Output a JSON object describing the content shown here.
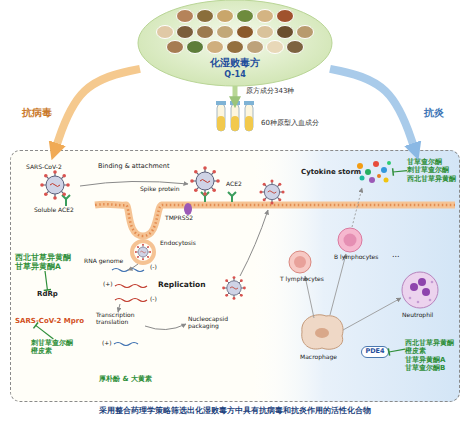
{
  "diagram": {
    "caption": "采用整合药理学策略筛选出化湿败毒方中具有抗病毒和抗炎作用的活性化合物",
    "nodes": [
      {
        "text": [
          "化湿败毒方",
          "Q-14"
        ]
      },
      {
        "text": [
          "60种原型入血成分"
        ]
      },
      {
        "text": []
      },
      {
        "text": [
          "西北甘草异黄酮 甘草异黄酮A"
        ],
        "in": 2
      },
      {
        "text": [
          "RdRp"
        ],
        "in": 2
      },
      {
        "text": [
          "SARS-CoV-2 Mpro"
        ],
        "in": 2
      },
      {
        "text": [
          "刺甘草查尔酮 橙皮素"
        ],
        "in": 2
      },
      {
        "text": [
          "厚朴酚 & 大黄素"
        ],
        "in": 2
      },
      {
        "text": [
          "Cytokine storm"
        ],
        "in": 2
      },
      {
        "text": [
          "甘草查尔酮 刺甘草查尔酮 西北甘草异黄酮"
        ],
        "in": 2
      },
      {
        "text": [
          "PDE4"
        ],
        "in": 2
      },
      {
        "text": [
          "西北甘草异黄酮 橙皮素 甘草异黄酮A 甘草查尔酮B"
        ],
        "in": 2
      }
    ],
    "edges": [
      {
        "from": 0,
        "to": 1,
        "label": "原方成分343种",
        "arrow": "to"
      },
      {
        "from": 0,
        "to": 2,
        "label": "抗病毒",
        "arrow": "to"
      },
      {
        "from": 0,
        "to": 2,
        "label": "抗炎",
        "arrow": "to"
      },
      {
        "from": 3,
        "to": 4,
        "arrow": "to"
      },
      {
        "from": 6,
        "to": 5,
        "arrow": "to"
      },
      {
        "from": 9,
        "to": 8,
        "arrow": "to"
      },
      {
        "from": 11,
        "to": 10,
        "arrow": "to"
      }
    ],
    "labels": [
      "SARS-CoV-2",
      "Binding & attachment",
      "Spike protein",
      "Soluble ACE2",
      "ACE2",
      "TMPRSS2",
      "Endocytosis",
      "RNA genome",
      "(-)",
      "(+)",
      "Replication",
      "(-)",
      "Transcription translation",
      "(+)",
      "Nucleocapsid packaging",
      "T lymphocytes",
      "B lymphocytes",
      "...",
      "Neutrophil",
      "Macrophage"
    ]
  }
}
